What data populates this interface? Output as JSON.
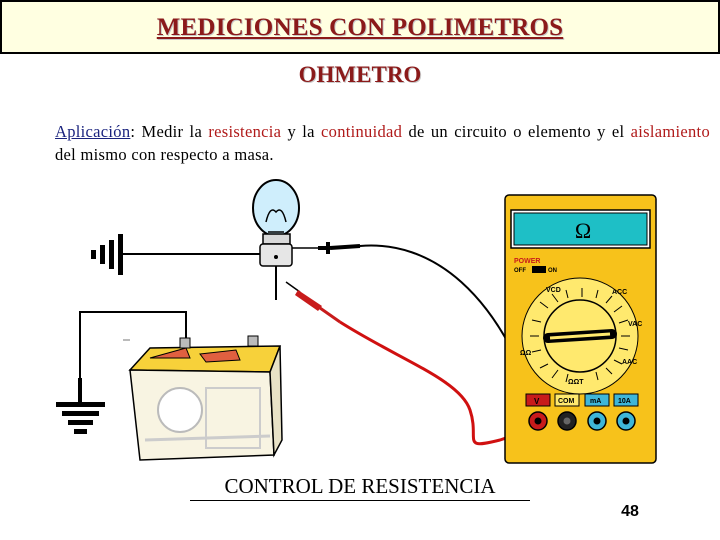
{
  "header": {
    "title": "MEDICIONES CON POLIMETROS"
  },
  "subtitle": "OHMETRO",
  "paragraph": {
    "p1": "Aplicación",
    "p2": ": Medir la ",
    "p3": "resistencia",
    "p4": " y la ",
    "p5": "continuidad",
    "p6": " de un circuito o elemento y el ",
    "p7": "aislamiento",
    "p8": " del mismo con respecto a masa."
  },
  "multimeter": {
    "display": "Ω",
    "power_label": "POWER",
    "off_label": "OFF",
    "on_label": "ON",
    "vdc_label": "VCD",
    "adc_label": "ACC",
    "vac_label": "VAC",
    "aac_label": "AAC",
    "ohm_label": "ΩΩ",
    "extra_label": "ΩΩT",
    "jacks": [
      "V",
      "COM",
      "mA",
      "10A"
    ],
    "colors": {
      "body": "#f7c21b",
      "panel": "#ffe96e",
      "display": "#1ebfc6",
      "jack_red": "#c81b1b",
      "jack_cyan": "#3fb6d8"
    }
  },
  "caption": "CONTROL DE RESISTENCIA",
  "page_number": "48"
}
